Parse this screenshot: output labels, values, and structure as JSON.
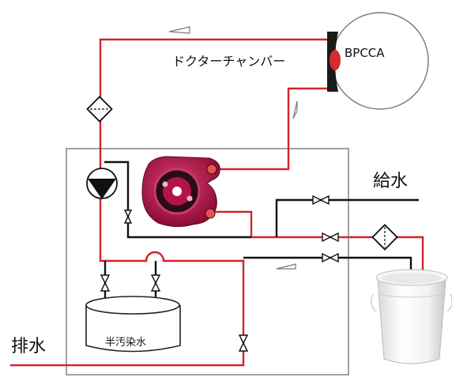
{
  "labels": {
    "doctor_chamber": "ドクターチャンバー",
    "bpcca": "BPCCA",
    "water_supply": "給水",
    "drain": "排水",
    "semi_contaminated_water": "半汚染水"
  },
  "colors": {
    "red_line": "#d4242a",
    "black_line": "#111111",
    "pump_magenta": "#b3124a",
    "bpcca_cap": "#1a1a1a",
    "bpcca_red": "#d62c2c",
    "enclosure": "#7a7a7a"
  },
  "icons": [
    "filter-icon",
    "check-valve-icon",
    "pump-icon",
    "peristaltic-pump-icon",
    "valve-icon",
    "bucket-icon",
    "tank-icon",
    "flow-arrow-icon"
  ]
}
